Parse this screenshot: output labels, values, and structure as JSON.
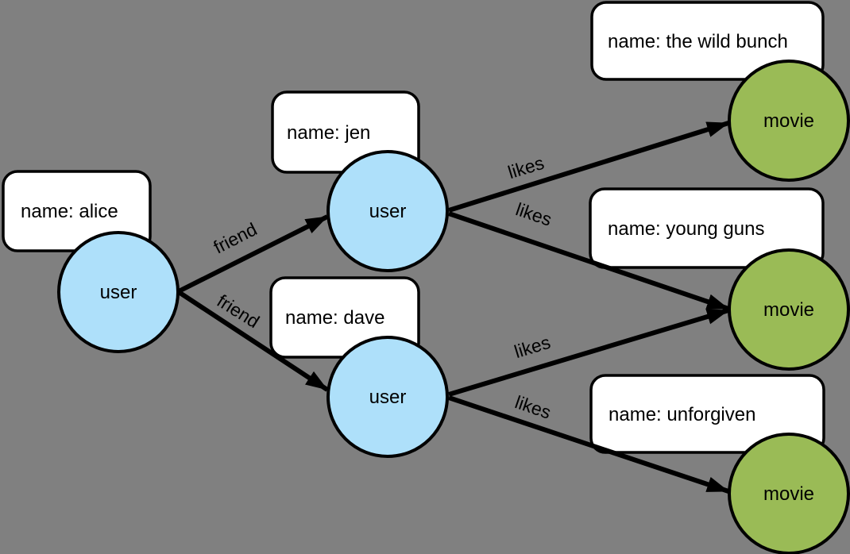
{
  "graph": {
    "background_color": "#808080",
    "colors": {
      "user_node": "#AEE0FA",
      "movie_node": "#9ABB56",
      "box_fill": "#FFFFFF",
      "edge": "#000000",
      "border": "#000000"
    },
    "nodes": [
      {
        "label": "user",
        "property": "name: alice"
      },
      {
        "label": "user",
        "property": "name: jen"
      },
      {
        "label": "user",
        "property": "name: dave"
      },
      {
        "label": "movie",
        "property": "name: the wild bunch"
      },
      {
        "label": "movie",
        "property": "name: young guns"
      },
      {
        "label": "movie",
        "property": "name: unforgiven"
      }
    ],
    "edges": [
      {
        "label": "friend",
        "from": "alice",
        "to": "jen"
      },
      {
        "label": "friend",
        "from": "alice",
        "to": "dave"
      },
      {
        "label": "likes",
        "from": "jen",
        "to": "the wild bunch"
      },
      {
        "label": "likes",
        "from": "jen",
        "to": "young guns"
      },
      {
        "label": "likes",
        "from": "dave",
        "to": "young guns"
      },
      {
        "label": "likes",
        "from": "dave",
        "to": "unforgiven"
      }
    ]
  }
}
